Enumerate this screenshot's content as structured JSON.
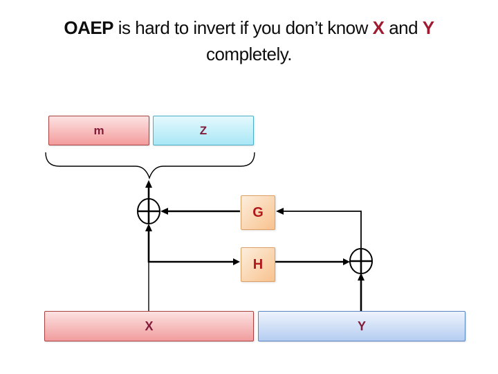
{
  "title": {
    "segments": [
      "OAEP",
      " is hard to invert if you don’t know ",
      "X",
      " and ",
      "Y"
    ],
    "line2": "completely."
  },
  "diagram": {
    "m_label": "m",
    "z_label": "Z",
    "g_label": "G",
    "h_label": "H",
    "x_label": "X",
    "y_label": "Y",
    "xor_symbol": "⊕"
  },
  "colors": {
    "title_text": "#0d0d0d",
    "title_accent_red": "#9e1b32",
    "box_label_maroon": "#821c3b",
    "gh_label_red": "#b2191d",
    "pink_box_border": "#a54140",
    "pink_box_fill_top": "#fce3e2",
    "pink_box_fill_bottom": "#f49b9c",
    "cyan_box_border": "#4bacc6",
    "cyan_box_fill_top": "#e4f9fd",
    "cyan_box_fill_bottom": "#a9e7f6",
    "blue_box_border": "#5585c2",
    "blue_box_fill_top": "#eef3fc",
    "blue_box_fill_bottom": "#b5cdf1",
    "orange_box_border": "#dd9f63",
    "orange_box_fill_top": "#fdeedd",
    "orange_box_fill_bottom": "#f8c28e",
    "line_color": "#000000"
  }
}
